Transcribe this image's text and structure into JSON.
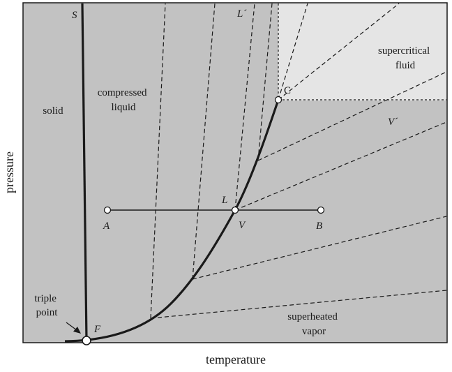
{
  "axes": {
    "x_label": "temperature",
    "y_label": "pressure"
  },
  "regions": {
    "solid": "solid",
    "compressed_liquid": [
      "compressed",
      "liquid"
    ],
    "supercritical_fluid": [
      "supercritical",
      "fluid"
    ],
    "superheated_vapor": [
      "superheated",
      "vapor"
    ]
  },
  "annotations": {
    "triple_point": [
      "triple",
      "point"
    ]
  },
  "points": {
    "S": "S",
    "F": "F",
    "C": "C",
    "L": "L",
    "V": "V",
    "A": "A",
    "B": "B",
    "L_prime": "L´",
    "V_prime": "V´"
  },
  "colors": {
    "background": "#ffffff",
    "plot_fill": "#c2c2c2",
    "supercritical_fill": "#e5e5e5",
    "line": "#1a1a1a",
    "point_fill": "#ffffff"
  }
}
